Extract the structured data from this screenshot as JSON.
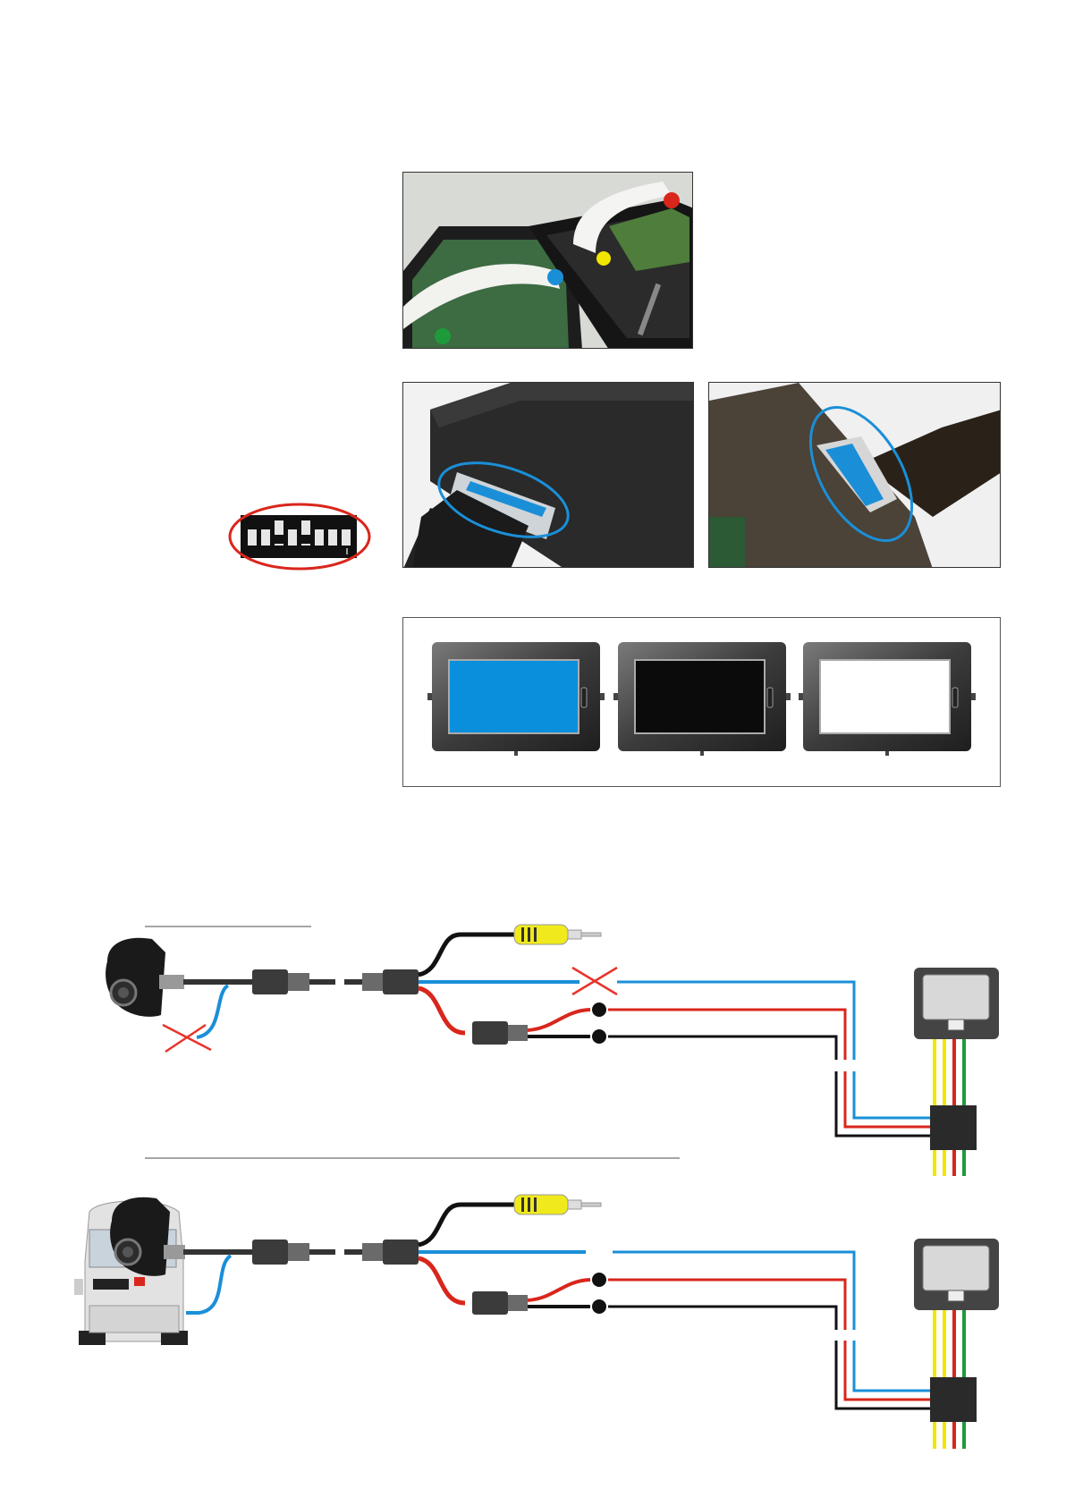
{
  "document": {
    "photos": [
      {
        "name": "ribbon-cable-connectors-photo",
        "markers": [
          "green-dot",
          "blue-dot",
          "yellow-dot",
          "red-dot"
        ]
      },
      {
        "name": "module-ribbon-connection-photo",
        "highlight": "blue-ellipse"
      },
      {
        "name": "monitor-ribbon-connection-photo",
        "highlight": "blue-ellipse"
      }
    ],
    "dip_switch": {
      "switch_count": 8,
      "highlight": "red-ellipse"
    },
    "screens": [
      {
        "name": "blue-screen",
        "color": "#0a8fdc"
      },
      {
        "name": "black-screen",
        "color": "#0b0b0b"
      },
      {
        "name": "white-screen",
        "color": "#ffffff"
      }
    ]
  },
  "colors": {
    "wire_blue": "#1a8fd8",
    "wire_red": "#d9261c",
    "wire_black": "#111111",
    "wire_yellow": "#f2e600",
    "wire_green": "#1f9a3a",
    "cross_red": "#e8332b",
    "rca_yellow": "#f0ea1c"
  },
  "diagrams": [
    {
      "name": "wiring-diagram-without-reverse-signal",
      "blue_wire_cut": true
    },
    {
      "name": "wiring-diagram-with-vehicle",
      "blue_wire_cut": false,
      "vehicle_icon": "van-icon"
    }
  ]
}
